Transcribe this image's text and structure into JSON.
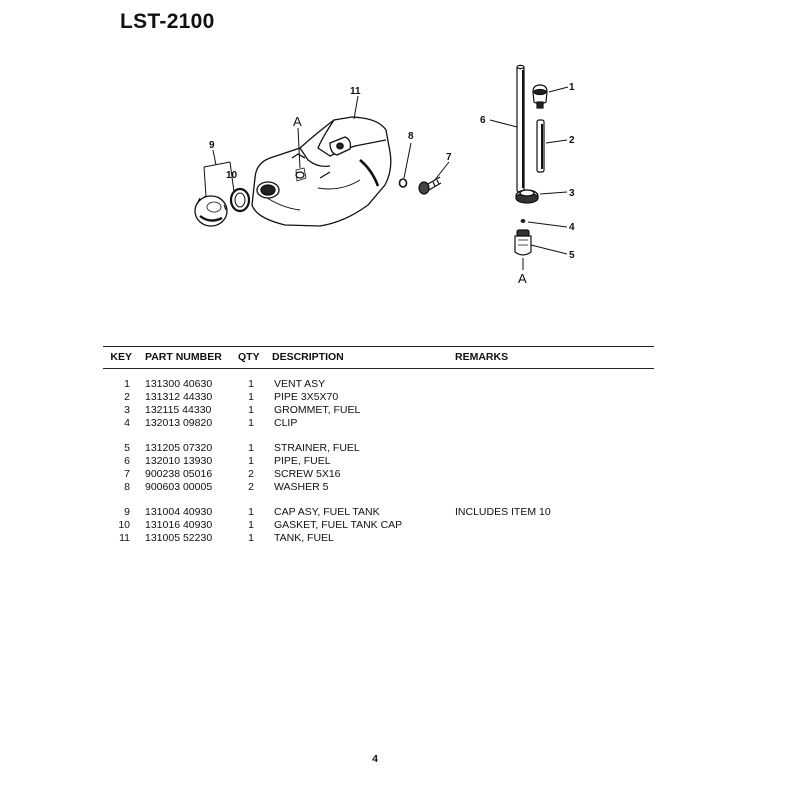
{
  "document": {
    "title": "LST-2100",
    "page_number": "4"
  },
  "diagram": {
    "callouts": {
      "c1": "1",
      "c2": "2",
      "c3": "3",
      "c4": "4",
      "c5": "5",
      "c6": "6",
      "c7": "7",
      "c8": "8",
      "c9": "9",
      "c10": "10",
      "c11": "11",
      "a_tank": "A",
      "a_filter": "A"
    }
  },
  "parts_table": {
    "headers": {
      "key": "KEY",
      "part_number": "PART NUMBER",
      "qty": "QTY",
      "description": "DESCRIPTION",
      "remarks": "REMARKS"
    },
    "rows": [
      {
        "key": "1",
        "part_number": "131300 40630",
        "qty": "1",
        "description": "VENT ASY",
        "remarks": ""
      },
      {
        "key": "2",
        "part_number": "131312 44330",
        "qty": "1",
        "description": "PIPE  3X5X70",
        "remarks": ""
      },
      {
        "key": "3",
        "part_number": "132115 44330",
        "qty": "1",
        "description": "GROMMET, FUEL",
        "remarks": ""
      },
      {
        "key": "4",
        "part_number": "132013 09820",
        "qty": "1",
        "description": "CLIP",
        "remarks": ""
      },
      {
        "key": "5",
        "part_number": "131205 07320",
        "qty": "1",
        "description": "STRAINER, FUEL",
        "remarks": ""
      },
      {
        "key": "6",
        "part_number": "132010 13930",
        "qty": "1",
        "description": "PIPE, FUEL",
        "remarks": ""
      },
      {
        "key": "7",
        "part_number": "900238 05016",
        "qty": "2",
        "description": "SCREW  5X16",
        "remarks": ""
      },
      {
        "key": "8",
        "part_number": "900603 00005",
        "qty": "2",
        "description": "WASHER  5",
        "remarks": ""
      },
      {
        "key": "9",
        "part_number": "131004 40930",
        "qty": "1",
        "description": "CAP  ASY, FUEL TANK",
        "remarks": "INCLUDES ITEM 10"
      },
      {
        "key": "10",
        "part_number": "131016 40930",
        "qty": "1",
        "description": "GASKET, FUEL TANK CAP",
        "remarks": ""
      },
      {
        "key": "11",
        "part_number": "131005 52230",
        "qty": "1",
        "description": "TANK, FUEL",
        "remarks": ""
      }
    ]
  }
}
